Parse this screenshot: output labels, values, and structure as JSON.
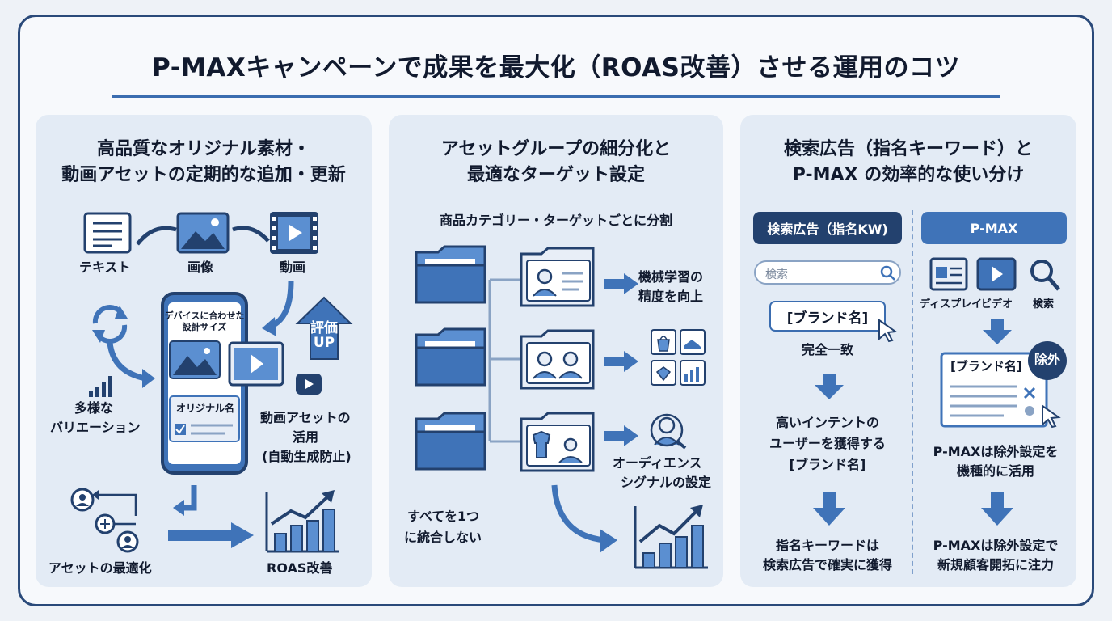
{
  "title": "P-MAXキャンペーンで成果を最大化（ROAS改善）させる運用のコツ",
  "panel1": {
    "heading_line1": "高品質なオリジナル素材・",
    "heading_line2": "動画アセットの定期的な追加・更新",
    "text_label": "テキスト",
    "image_label": "画像",
    "video_label": "動画",
    "phone_caption_line1": "デバイスに合わせた",
    "phone_caption_line2": "設計サイズ",
    "phone_original": "オリジナル名",
    "eval_line1": "評価",
    "eval_line2": "UP",
    "variation_line1": "多様な",
    "variation_line2": "バリエーション",
    "video_asset_line1": "動画アセットの",
    "video_asset_line2": "活用",
    "video_asset_line3": "(自動生成防止)",
    "optimize_label": "アセットの最適化",
    "roas_label": "ROAS改善"
  },
  "panel2": {
    "heading_line1": "アセットグループの細分化と",
    "heading_line2": "最適なターゲット設定",
    "subheading": "商品カテゴリー・ターゲットごとに分割",
    "ml_line1": "機械学習の",
    "ml_line2": "精度を向上",
    "audience_line1": "オーディエンス",
    "audience_line2": "シグナルの設定",
    "nomerge_line1": "すべてを1つ",
    "nomerge_line2": "に統合しない"
  },
  "panel3": {
    "heading_line1": "検索広告（指名キーワード）と",
    "heading_line2": "P-MAX の効率的な使い分け",
    "left_pill": "検索広告（指名KW)",
    "right_pill": "P-MAX",
    "search_placeholder": "検索",
    "brand": "[ブランド名]",
    "exact_match": "完全一致",
    "intent_line1": "高いインテントの",
    "intent_line2": "ユーザーを獲得する",
    "intent_line3": "[ブランド名]",
    "brand_kw_line1": "指名キーワードは",
    "brand_kw_line2": "検索広告で確実に獲得",
    "display_label": "ディスプレイ",
    "video_label": "ビデオ",
    "search_label": "検索",
    "exclude_badge": "除外",
    "exclude_line1": "P-MAXは除外設定を",
    "exclude_line2": "機種的に活用",
    "newcust_line1": "P-MAXは除外設定で",
    "newcust_line2": "新規顧客開拓に注力"
  },
  "colors": {
    "accent": "#3b6db0",
    "dark_blue": "#23416e",
    "mid_blue": "#3f73b8",
    "light_blue": "#5b8fd1",
    "panel_bg": "#e3ebf5"
  }
}
